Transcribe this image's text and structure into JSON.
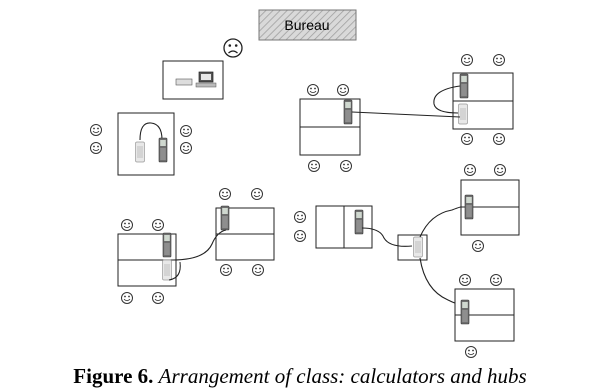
{
  "diagram": {
    "bureau_label": "Bureau"
  },
  "caption": {
    "label": "Figure 6.",
    "text": "Arrangement of class: calculators and hubs"
  },
  "icons": {
    "student": "smiley-face-icon",
    "teacher": "sad-face-icon",
    "calculator": "calculator-icon",
    "hub": "hub-icon",
    "computer": "computer-icon"
  }
}
